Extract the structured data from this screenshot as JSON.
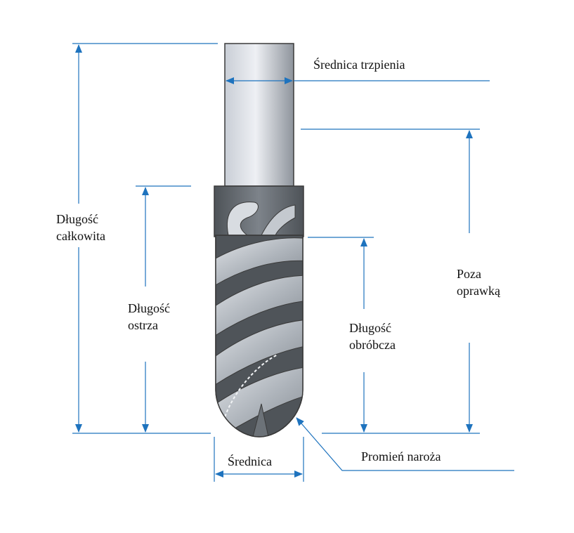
{
  "labels": {
    "shank_diameter": "Średnica trzpienia",
    "overall_length_line1": "Długość",
    "overall_length_line2": "całkowita",
    "flute_length_line1": "Długość",
    "flute_length_line2": "ostrza",
    "length_below_shank_line1": "Poza",
    "length_below_shank_line2": "oprawką",
    "cutting_length_line1": "Długość",
    "cutting_length_line2": "obróbcza",
    "diameter": "Średnica",
    "corner_radius": "Promień naroża"
  },
  "colors": {
    "dimension_line": "#1e73be",
    "outline": "#3a3a3a",
    "shank_light": "#eef0f4",
    "shank_mid": "#c9ced6",
    "shank_dark": "#8e949c",
    "body_dark": "#555a60",
    "flute_light": "#cfd3d8",
    "text": "#111111"
  }
}
